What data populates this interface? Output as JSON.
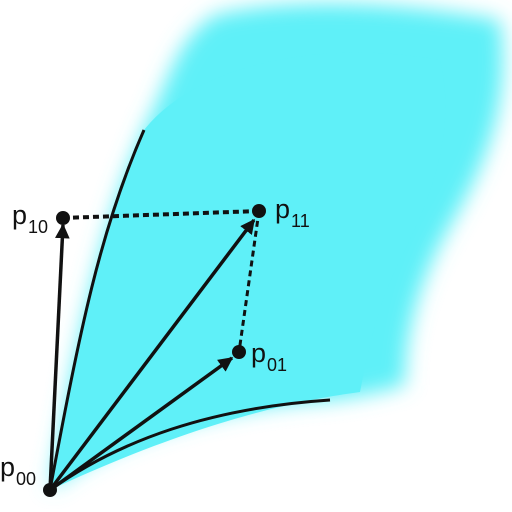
{
  "diagram": {
    "surface_color": "#5ff0f8",
    "ink_color": "#111111",
    "points": {
      "p00": {
        "base": "p",
        "sub": "00"
      },
      "p10": {
        "base": "p",
        "sub": "10"
      },
      "p11": {
        "base": "p",
        "sub": "11"
      },
      "p01": {
        "base": "p",
        "sub": "01"
      }
    }
  }
}
